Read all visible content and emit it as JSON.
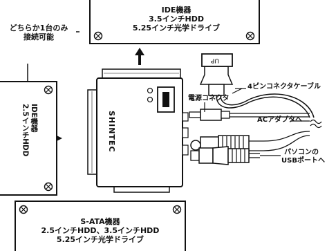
{
  "ide_device_top": {
    "line1": "IDE機器",
    "line2": "3.5インチHDD",
    "line3": "5.25インチ光学ドライブ"
  },
  "note": {
    "line1": "どちらか1台のみ",
    "line2": "接続可能"
  },
  "ide_device_left": {
    "line1": "IDE機器",
    "line2": "2.5インチHDD"
  },
  "sata_device_bottom": {
    "line1": "S-ATA機器",
    "line2": "2.5インチHDD、3.5インチHDD",
    "line3": "5.25インチ光学ドライブ"
  },
  "adapter": {
    "brand": "SHINTEC",
    "up_label": "UP"
  },
  "cables": {
    "four_pin": "4ピンコネクタケーブル",
    "power_connector": "電源コネクタ",
    "ac_adapter": "ACアダプタへ",
    "pc_line1": "パソコンの",
    "pc_line2": "USBポートへ"
  },
  "icons": [
    "screw-icon",
    "arrow-up-icon",
    "arrow-right-icon",
    "power-switch-icon",
    "led-icon",
    "wavy-break-icon"
  ]
}
